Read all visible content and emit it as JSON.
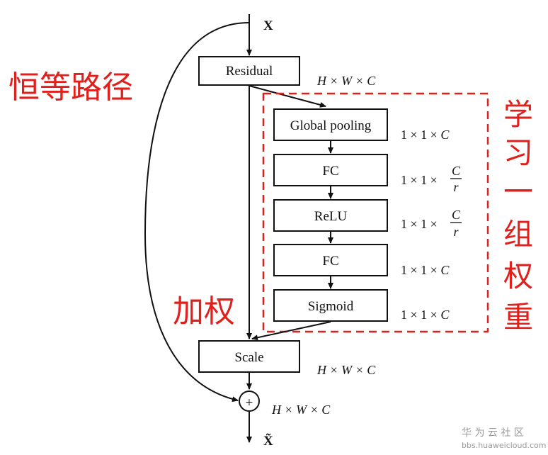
{
  "input_label": "X",
  "output_label": "X̃",
  "blocks": {
    "residual": "Residual",
    "global_pooling": "Global pooling",
    "fc1": "FC",
    "relu": "ReLU",
    "fc2": "FC",
    "sigmoid": "Sigmoid",
    "scale": "Scale"
  },
  "dims": {
    "residual_out": "H × W × C",
    "global_pooling_prefix": "1 × 1 × ",
    "global_pooling_c": "C",
    "fc1_prefix": "1 × 1 × ",
    "fc1_num": "C",
    "fc1_den": "r",
    "relu_prefix": "1 × 1 × ",
    "relu_num": "C",
    "relu_den": "r",
    "fc2_prefix": "1 × 1 × ",
    "fc2_c": "C",
    "sigmoid_prefix": "1 × 1 × ",
    "sigmoid_c": "C",
    "scale_out": "H × W × C",
    "sum_out": "H × W × C"
  },
  "annotations": {
    "identity_path": "恒等路径",
    "learn_weights": [
      "学",
      "习",
      "一",
      "组",
      "权",
      "重"
    ],
    "weighting": "加权"
  },
  "sum_symbol": "+",
  "watermark": {
    "name": "华 为 云 社 区",
    "url": "bbs.huaweicloud.com"
  },
  "colors": {
    "annotation": "#e0201c",
    "line": "#111111"
  }
}
